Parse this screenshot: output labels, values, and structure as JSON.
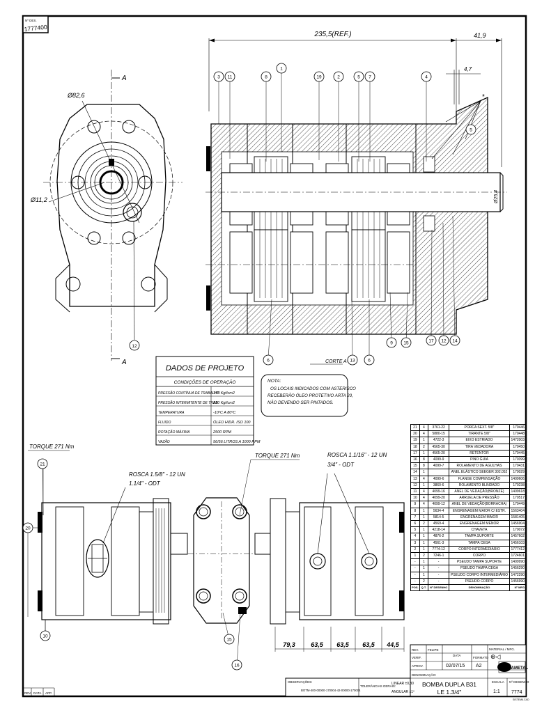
{
  "drawing_number": "1777400",
  "drawing_number_label": "Nº DES.",
  "dimensions": {
    "overall_length": "235,5(REF.)",
    "dim_41_9": "41,9",
    "dim_4_7": "4,7",
    "dia_82_6": "Ø82,6",
    "dia_11_2": "Ø11,2",
    "dia_shaft": "Ø25,4",
    "bottom_dims": [
      "79,3",
      "63,5",
      "63,5",
      "63,5",
      "44,5"
    ]
  },
  "section_label": "A",
  "section_title": "CORTE A-A",
  "balloons_top": [
    "3",
    "11",
    "8",
    "1",
    "19",
    "2",
    "5",
    "7",
    "4",
    "5"
  ],
  "balloons_bottom": [
    "6",
    "13",
    "6",
    "9",
    "15",
    "17",
    "12",
    "14"
  ],
  "balloon_12_left": "12",
  "project_data": {
    "title": "DADOS DE PROJETO",
    "subtitle": "CONDIÇÕES DE OPERAÇÃO",
    "rows": [
      {
        "label": "PRESSÃO CONTÍNUA DE TRABALHO",
        "value": "175 Kgf/cm2"
      },
      {
        "label": "PRESSÃO INTERMITENTE DE TRAB.",
        "value": "210 Kgf/cm2"
      },
      {
        "label": "TEMPERATURA",
        "value": "-10ºC A 80ºC"
      },
      {
        "label": "FLUIDO",
        "value": "ÓLEO HIDR. ISO 100"
      },
      {
        "label": "ROTAÇÃO MÁXIMA",
        "value": "2500 RPM"
      },
      {
        "label": "VAZÃO",
        "value": "56/56 LITROS A 1000 RPM"
      }
    ]
  },
  "note": {
    "title": "NOTA:",
    "lines": [
      "OS LOCAIS INDICADOS COM ASTERISCO",
      "RECEBERÃO ÓLEO PROTETIVO ARTA 20,",
      "NÃO DEVENDO SER PINTADOS."
    ]
  },
  "callouts": {
    "torque_left": "TORQUE 271 Nm",
    "torque_mid": "TORQUE 271 Nm",
    "rosca_left_1": "ROSCA 1.5/8\" - 12 UN",
    "rosca_left_2": "1.1/4\" - ODT",
    "rosca_right_1": "ROSCA 1.1/16\" - 12 UN",
    "rosca_right_2": "3/4\" - ODT"
  },
  "balloons_views": [
    "21",
    "20",
    "10",
    "15",
    "16"
  ],
  "bom": {
    "rows": [
      [
        "21",
        "4",
        "3761-22",
        "PORCA SEXT. 5/8\"",
        "170446"
      ],
      [
        "20",
        "4",
        "5880-15",
        "TIRANTE 5/8\"",
        "170448"
      ],
      [
        "19",
        "1",
        "4722-3",
        "EIXO ESTRIADO",
        "1472003"
      ],
      [
        "18",
        "2",
        "4565-30",
        "TIRA VEDADORA",
        "170450"
      ],
      [
        "17",
        "1",
        "4565-20",
        "RETENTOR",
        "170445"
      ],
      [
        "16",
        "8",
        "4099-9",
        "PINO GUIA",
        "170399"
      ],
      [
        "15",
        "8",
        "4099-7",
        "ROLAMENTO DE AGULHAS",
        "170431"
      ],
      [
        "14",
        "1",
        "",
        "ANEL ELÁSTICO SEEGER 302.052",
        "170029"
      ],
      [
        "13",
        "4",
        "4099-6",
        "FLANGE COMPENSAÇÃO",
        "1409606"
      ],
      [
        "12",
        "1",
        "3860-6",
        "ROLAMENTO BLINDADO",
        "170238"
      ],
      [
        "11",
        "4",
        "4099-16",
        "ANEL DE VEDAÇÃO(BRONZE)",
        "1409618"
      ],
      [
        "10",
        "4",
        "4099-20",
        "ARRUELA DE PRESSÃO",
        "170517"
      ],
      [
        "9",
        "4",
        "4099-12",
        "ANEL DE VEDAÇÃO(BORRACHA)",
        "170449"
      ],
      [
        "8",
        "1",
        "5634-4",
        "ENGRENAGEM MAIOR C/ ESTR.",
        "1563404"
      ],
      [
        "7",
        "1",
        "5814-5",
        "ENGRENAGEM MAIOR",
        "1581405"
      ],
      [
        "6",
        "2",
        "4569-4",
        "ENGRENAGEM MENOR",
        "1456904"
      ],
      [
        "5",
        "1",
        "4218-14",
        "CHAVETA",
        "170072"
      ],
      [
        "4",
        "1",
        "4876-2",
        "TAMPA SUPORTE",
        "1457602"
      ],
      [
        "3",
        "1",
        "4561-3",
        "TAMPA CEGA",
        "1456103"
      ],
      [
        "2",
        "1",
        "7774-12",
        "CORPO INTERMEDIÁRIO",
        "1777412"
      ],
      [
        "1",
        "2",
        "7246-1",
        "CORPO",
        "1724601"
      ],
      [
        "-",
        "1",
        "-",
        "PSEUDO TAMPA SUPORTE",
        "1409990"
      ],
      [
        "-",
        "1",
        "-",
        "PSEUDO TAMPA CEGA",
        "1456290"
      ],
      [
        "-",
        "1",
        "-",
        "PSEUDO CORPO INTERMEDIÁRIO",
        "1472290"
      ],
      [
        "-",
        "2",
        "-",
        "PSEUDO CORPO",
        "1456990"
      ]
    ],
    "header": [
      "POS.",
      "Q.T.",
      "Nº DESENHO",
      "DENOMINAÇÃO",
      "Nº MFG"
    ]
  },
  "title_block": {
    "rev_label": "REV.",
    "rev_value": "FELIPE",
    "date_label": "DATA",
    "date_value": "02/07/15",
    "verif_label": "VERIF.",
    "aprov_label": "APROV.",
    "material_label": "MATERIAL / MFG.",
    "format_label": "FORMATO",
    "format_value": "A2",
    "denom_label": "DENOMINAÇÃO:",
    "title_line1": "BOMBA DUPLA B31",
    "title_line2": "LE 1.3/4\"",
    "scale_label": "ESCALA",
    "scale_value": "1:1",
    "drawing_label": "Nº DESENHO",
    "drawing_value": "7774",
    "obs_label": "OBSERVAÇÕES:",
    "obs_value": "BOTM-400-00000-170004-42-00000-170004",
    "tolerance_label": "TOLERÂNCIAS GERAIS:",
    "linear_tol": "LINEAR ±0,30",
    "angular_tol": "ANGULAR ±1º",
    "company": "BRAMETAL",
    "margin_labels": [
      "REV.",
      "DATA",
      "APP."
    ],
    "sheet_note": "SISTEMA CAD"
  }
}
